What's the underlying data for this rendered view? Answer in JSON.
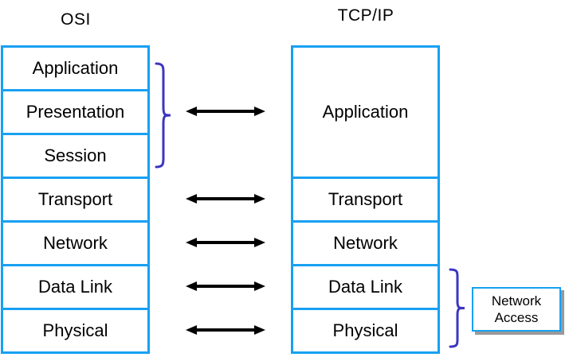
{
  "osi": {
    "title": "OSI",
    "layers": [
      "Application",
      "Presentation",
      "Session",
      "Transport",
      "Network",
      "Data Link",
      "Physical"
    ]
  },
  "tcpip": {
    "title": "TCP/IP",
    "layers": [
      "Application",
      "Transport",
      "Network",
      "Data Link",
      "Physical"
    ]
  },
  "annotation": {
    "line1": "Network",
    "line2": "Access"
  },
  "colors": {
    "box_border": "#18A0F2",
    "brace": "#3C35C0",
    "arrow": "#000000",
    "shadow": "#999999"
  }
}
